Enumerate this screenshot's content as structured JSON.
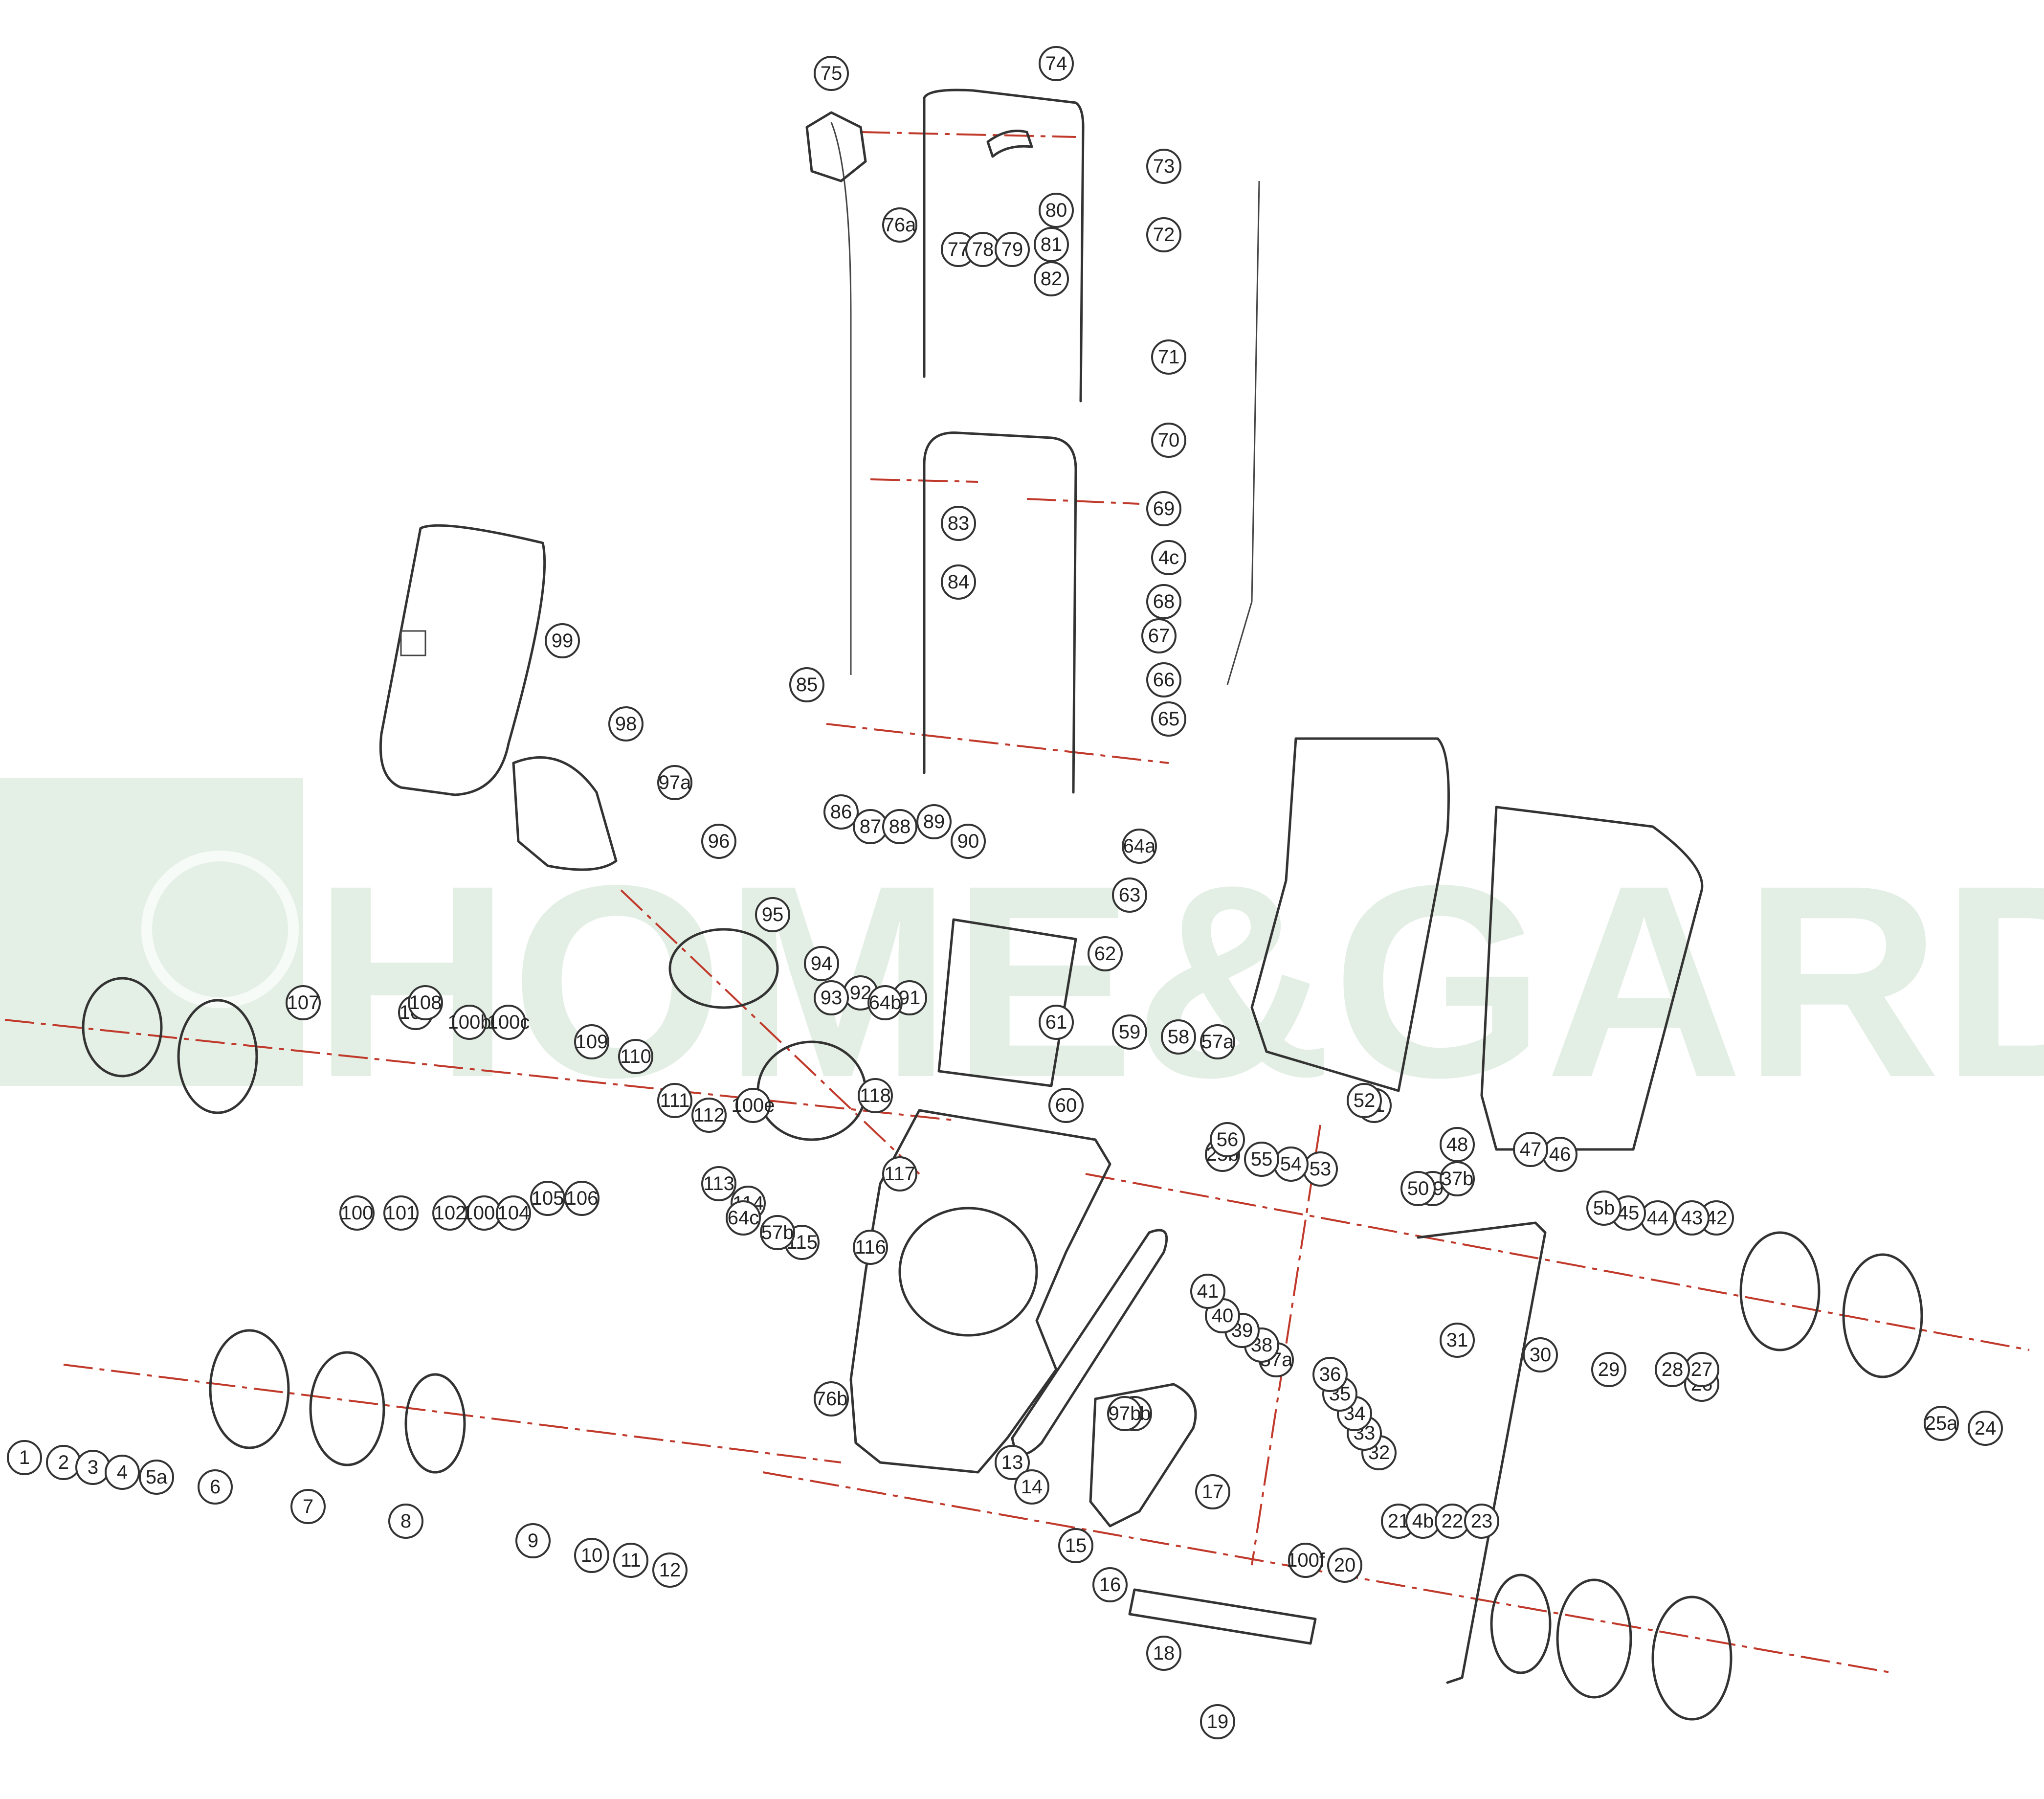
{
  "watermark": {
    "text": "HOME&GARDEN",
    "color": "#2e8b3a"
  },
  "colors": {
    "line": "#333333",
    "axis": "#c0392b"
  },
  "callouts": [
    {
      "label": "1"
    },
    {
      "label": "2"
    },
    {
      "label": "3"
    },
    {
      "label": "4"
    },
    {
      "label": "5a"
    },
    {
      "label": "6"
    },
    {
      "label": "7"
    },
    {
      "label": "8"
    },
    {
      "label": "9"
    },
    {
      "label": "10"
    },
    {
      "label": "11"
    },
    {
      "label": "12"
    },
    {
      "label": "13"
    },
    {
      "label": "14"
    },
    {
      "label": "15"
    },
    {
      "label": "16"
    },
    {
      "label": "17"
    },
    {
      "label": "18"
    },
    {
      "label": "19"
    },
    {
      "label": "20"
    },
    {
      "label": "21"
    },
    {
      "label": "4b"
    },
    {
      "label": "22"
    },
    {
      "label": "23"
    },
    {
      "label": "24"
    },
    {
      "label": "25a"
    },
    {
      "label": "26"
    },
    {
      "label": "27"
    },
    {
      "label": "28"
    },
    {
      "label": "29"
    },
    {
      "label": "30"
    },
    {
      "label": "31"
    },
    {
      "label": "32"
    },
    {
      "label": "33"
    },
    {
      "label": "34"
    },
    {
      "label": "35"
    },
    {
      "label": "36"
    },
    {
      "label": "37a"
    },
    {
      "label": "38"
    },
    {
      "label": "39"
    },
    {
      "label": "40"
    },
    {
      "label": "41"
    },
    {
      "label": "42"
    },
    {
      "label": "43"
    },
    {
      "label": "44"
    },
    {
      "label": "45"
    },
    {
      "label": "5b"
    },
    {
      "label": "46"
    },
    {
      "label": "47"
    },
    {
      "label": "48"
    },
    {
      "label": "49"
    },
    {
      "label": "37b"
    },
    {
      "label": "50"
    },
    {
      "label": "51"
    },
    {
      "label": "52"
    },
    {
      "label": "53"
    },
    {
      "label": "54"
    },
    {
      "label": "55"
    },
    {
      "label": "25b"
    },
    {
      "label": "56"
    },
    {
      "label": "57a"
    },
    {
      "label": "58"
    },
    {
      "label": "59"
    },
    {
      "label": "60"
    },
    {
      "label": "61"
    },
    {
      "label": "62"
    },
    {
      "label": "63"
    },
    {
      "label": "64a"
    },
    {
      "label": "65"
    },
    {
      "label": "66"
    },
    {
      "label": "67"
    },
    {
      "label": "68"
    },
    {
      "label": "69"
    },
    {
      "label": "4c"
    },
    {
      "label": "70"
    },
    {
      "label": "71"
    },
    {
      "label": "72"
    },
    {
      "label": "73"
    },
    {
      "label": "74"
    },
    {
      "label": "75"
    },
    {
      "label": "76a"
    },
    {
      "label": "77"
    },
    {
      "label": "78"
    },
    {
      "label": "79"
    },
    {
      "label": "80"
    },
    {
      "label": "81"
    },
    {
      "label": "82"
    },
    {
      "label": "83"
    },
    {
      "label": "84"
    },
    {
      "label": "85"
    },
    {
      "label": "86"
    },
    {
      "label": "87"
    },
    {
      "label": "88"
    },
    {
      "label": "89"
    },
    {
      "label": "90"
    },
    {
      "label": "91"
    },
    {
      "label": "92"
    },
    {
      "label": "64b"
    },
    {
      "label": "93"
    },
    {
      "label": "94"
    },
    {
      "label": "95"
    },
    {
      "label": "96"
    },
    {
      "label": "97a"
    },
    {
      "label": "98"
    },
    {
      "label": "99"
    },
    {
      "label": "100"
    },
    {
      "label": "101"
    },
    {
      "label": "102"
    },
    {
      "label": "100a"
    },
    {
      "label": "104"
    },
    {
      "label": "105"
    },
    {
      "label": "106"
    },
    {
      "label": "107"
    },
    {
      "label": "108"
    },
    {
      "label": "100b"
    },
    {
      "label": "100c"
    },
    {
      "label": "109"
    },
    {
      "label": "110"
    },
    {
      "label": "111"
    },
    {
      "label": "112"
    },
    {
      "label": "113"
    },
    {
      "label": "114"
    },
    {
      "label": "115"
    },
    {
      "label": "116"
    },
    {
      "label": "117"
    },
    {
      "label": "118"
    },
    {
      "label": "64c"
    },
    {
      "label": "57b"
    },
    {
      "label": "100f"
    },
    {
      "label": "76b"
    },
    {
      "label": "97b"
    },
    {
      "label": "100e"
    },
    {
      "label": "108"
    },
    {
      "label": "100f"
    },
    {
      "label": "97b"
    }
  ]
}
